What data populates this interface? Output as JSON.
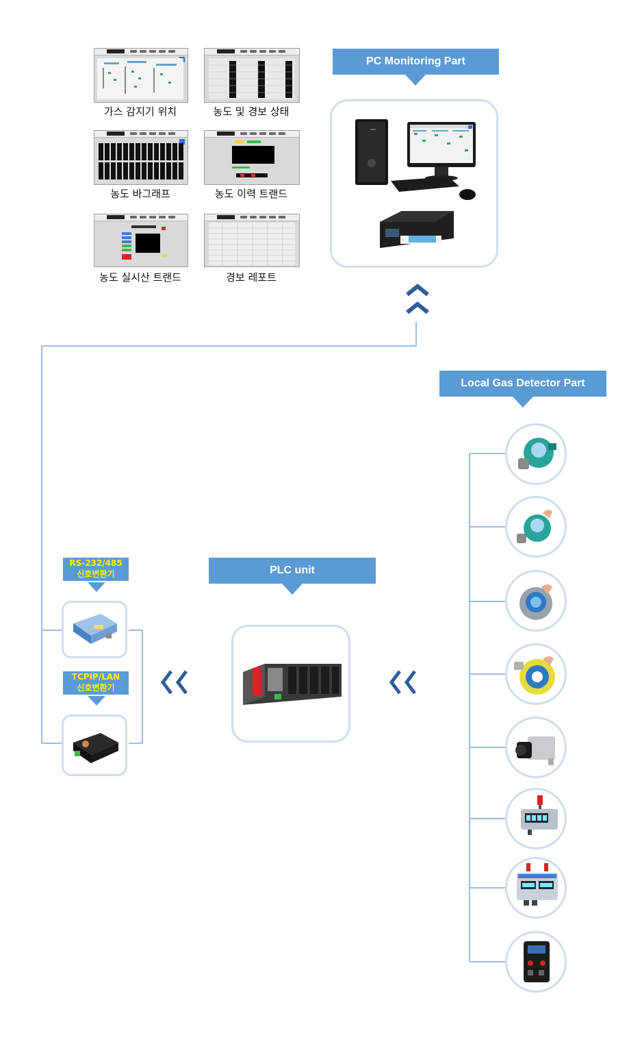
{
  "screens": [
    {
      "label": "가스 감지기 위치",
      "kind": "layout-icon"
    },
    {
      "label": "농도 및 경보 상태",
      "kind": "table-icon"
    },
    {
      "label": "농도 바그래프",
      "kind": "bargraph-icon"
    },
    {
      "label": "농도 이력 트랜드",
      "kind": "trend-icon"
    },
    {
      "label": "농도 실시산 트랜드",
      "kind": "realtime-trend-icon"
    },
    {
      "label": "경보 레포트",
      "kind": "report-icon"
    }
  ],
  "banners": {
    "pc": "PC Monitoring Part",
    "local": "Local Gas Detector Part",
    "plc": "PLC unit"
  },
  "converters": {
    "serial": {
      "line1": "RS-232/485",
      "line2": "신호변환기"
    },
    "lan": {
      "line1": "TCPIP/LAN",
      "line2": "신호변환기"
    }
  },
  "colors": {
    "banner": "#5b9bd5",
    "panel_border": "#cfdcee",
    "line": "#9bbce0",
    "chevron": "#2e5e96",
    "label_text": "#fff200"
  },
  "detectors": [
    {
      "name": "gas-detector-teal-1"
    },
    {
      "name": "gas-detector-teal-2"
    },
    {
      "name": "gas-detector-gray-1"
    },
    {
      "name": "gas-detector-gray-2"
    },
    {
      "name": "gas-detector-box"
    },
    {
      "name": "gas-display-single"
    },
    {
      "name": "gas-display-dual"
    },
    {
      "name": "gas-control-panel"
    }
  ]
}
